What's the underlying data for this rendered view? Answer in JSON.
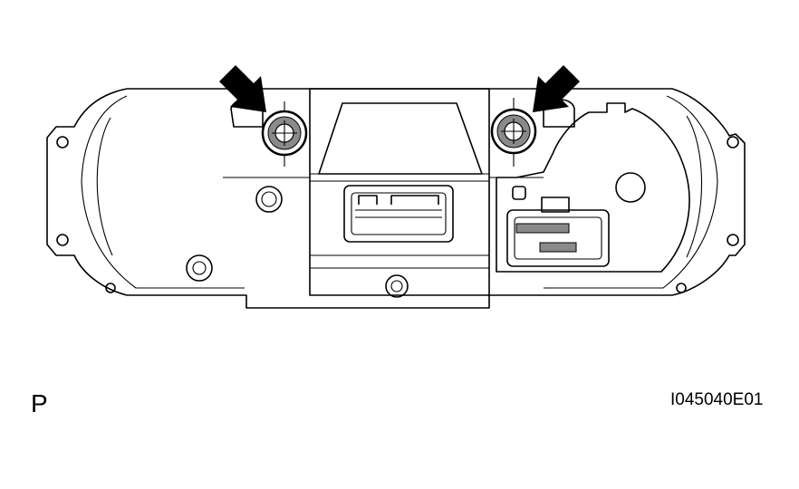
{
  "diagram": {
    "view_label": "P",
    "figure_code": "I045040E01",
    "colors": {
      "line": "#000000",
      "background": "#ffffff",
      "arrow_fill": "#000000",
      "fastener_fill": "#8a8a8a"
    },
    "callouts": [
      {
        "name": "left-fastener-arrow",
        "icon": "arrow-icon"
      },
      {
        "name": "right-fastener-arrow",
        "icon": "arrow-icon"
      }
    ]
  }
}
